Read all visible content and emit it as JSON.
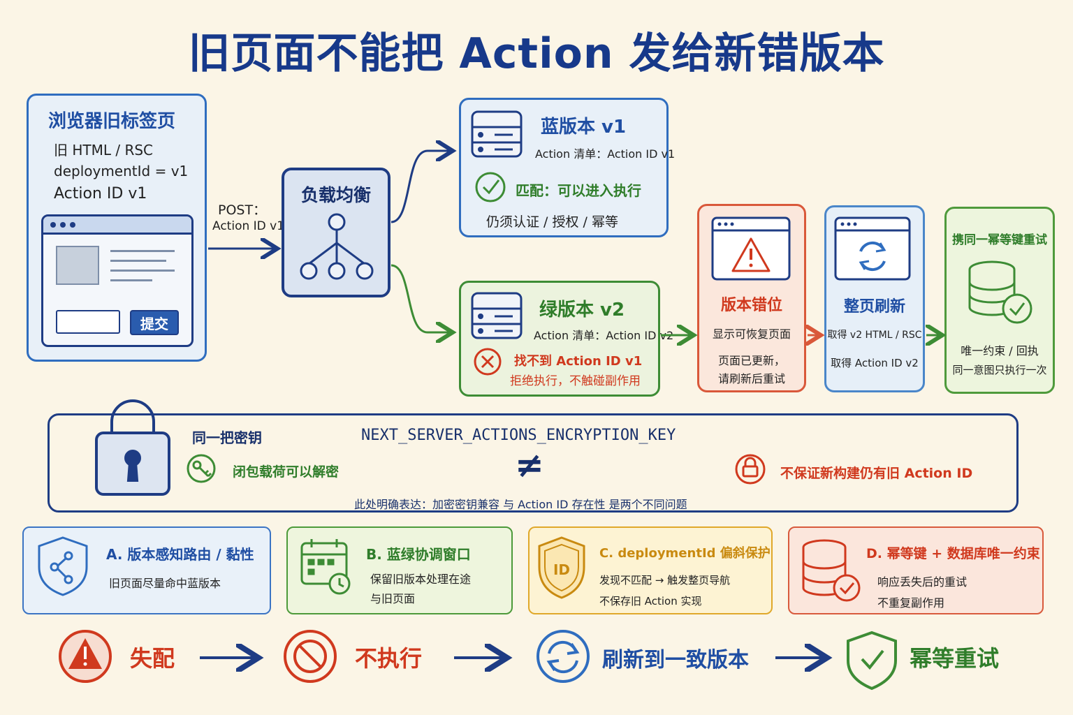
{
  "title": "旧页面不能把 Action 发给新错版本",
  "browser": {
    "heading": "浏览器旧标签页",
    "line1": "旧 HTML / RSC",
    "line2": "deploymentId = v1",
    "line3": "Action ID v1",
    "submit_label": "提交"
  },
  "post_label": {
    "line1": "POST：",
    "line2": "Action ID v1"
  },
  "load_balancer": {
    "label": "负载均衡"
  },
  "blue_v1": {
    "heading": "蓝版本 v1",
    "manifest": "Action 清单：Action ID v1",
    "match": "匹配：可以进入执行",
    "note": "仍须认证 / 授权 / 幂等"
  },
  "green_v2": {
    "heading": "绿版本 v2",
    "manifest": "Action 清单：Action ID v2",
    "notfound": "找不到 Action ID v1",
    "reject": "拒绝执行，不触碰副作用"
  },
  "version_skew": {
    "heading": "版本错位",
    "line1": "显示可恢复页面",
    "line2": "页面已更新，",
    "line3": "请刷新后重试"
  },
  "full_refresh": {
    "heading": "整页刷新",
    "line1": "取得 v2 HTML / RSC",
    "line2": "取得 Action ID v2"
  },
  "idempotent_retry": {
    "heading": "携同一幂等键重试",
    "line1": "唯一约束 / 回执",
    "line2": "同一意图只执行一次"
  },
  "encryption": {
    "same_key": "同一把密钥",
    "decrypt": "闭包载荷可以解密",
    "env_key": "NEXT_SERVER_ACTIONS_ENCRYPTION_KEY",
    "neq": "≠",
    "no_guarantee": "不保证新构建仍有旧 Action ID",
    "footnote": "此处明确表达：加密密钥兼容 与 Action ID 存在性 是两个不同问题"
  },
  "strategies": [
    {
      "title": "A. 版本感知路由 / 黏性",
      "line1": "旧页面尽量命中蓝版本",
      "line2": ""
    },
    {
      "title": "B. 蓝绿协调窗口",
      "line1": "保留旧版本处理在途",
      "line2": "与旧页面"
    },
    {
      "title": "C. deploymentId 偏斜保护",
      "line1": "发现不匹配 → 触发整页导航",
      "line2": "不保存旧 Action 实现"
    },
    {
      "title": "D. 幂等键 + 数据库唯一约束",
      "line1": "响应丢失后的重试",
      "line2": "不重复副作用"
    }
  ],
  "flow": [
    {
      "label": "失配",
      "icon": "warning-icon"
    },
    {
      "label": "不执行",
      "icon": "no-entry-icon"
    },
    {
      "label": "刷新到一致版本",
      "icon": "refresh-icon"
    },
    {
      "label": "幂等重试",
      "icon": "shield-check-icon"
    }
  ],
  "colors": {
    "navy": "#1e3c84",
    "blue": "#2f6dbf",
    "green": "#3d8c35",
    "red": "#d9583a",
    "yellow": "#e0a82a"
  }
}
